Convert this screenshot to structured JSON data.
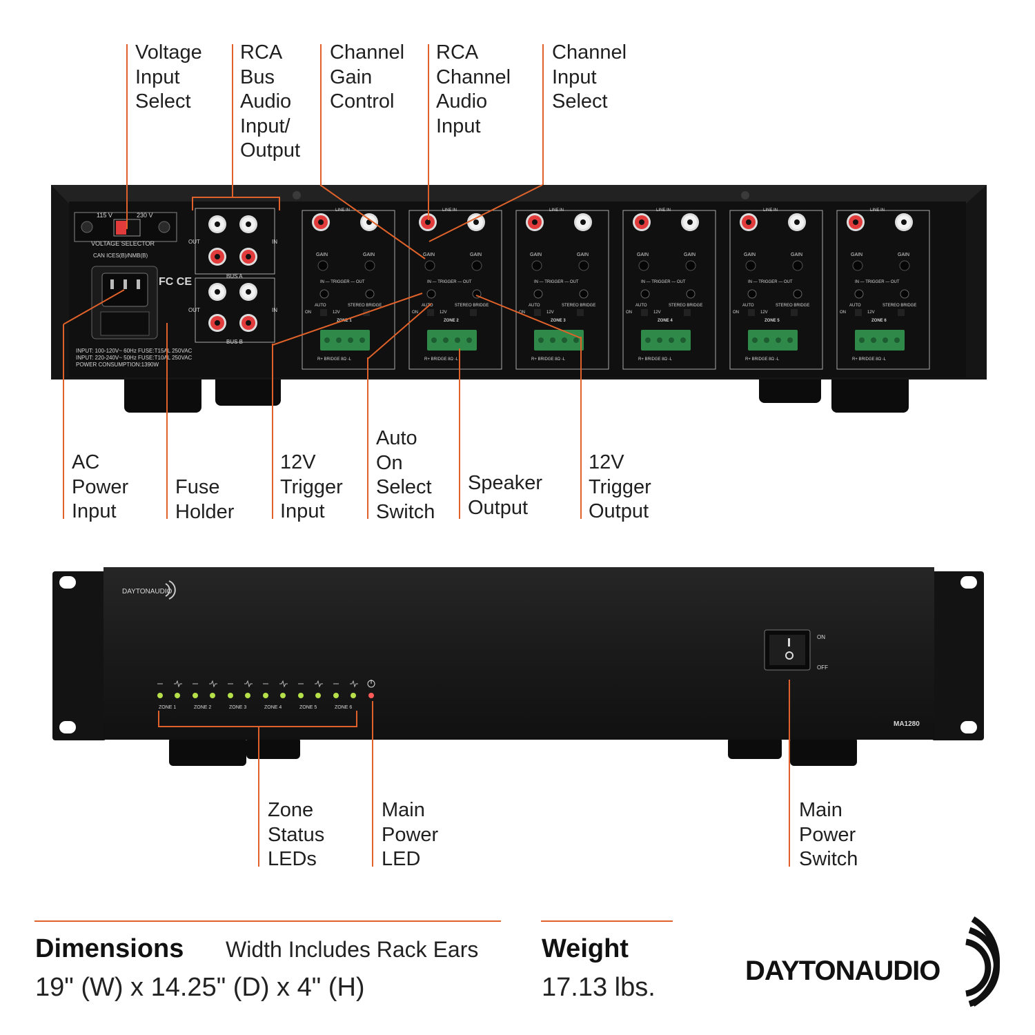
{
  "callouts_top": [
    {
      "id": "voltage-input-select",
      "text": "Voltage\nInput\nSelect"
    },
    {
      "id": "rca-bus-audio",
      "text": "RCA\nBus\nAudio\nInput/\nOutput"
    },
    {
      "id": "channel-gain-control",
      "text": "Channel\nGain\nControl"
    },
    {
      "id": "rca-channel-audio",
      "text": "RCA\nChannel\nAudio\nInput"
    },
    {
      "id": "channel-input-select",
      "text": "Channel\nInput\nSelect"
    }
  ],
  "callouts_mid": [
    {
      "id": "ac-power-input",
      "text": "AC\nPower\nInput"
    },
    {
      "id": "fuse-holder",
      "text": "Fuse\nHolder"
    },
    {
      "id": "trigger-input",
      "text": "12V\nTrigger\nInput"
    },
    {
      "id": "auto-on-switch",
      "text": "Auto\nOn\nSelect\nSwitch"
    },
    {
      "id": "speaker-output",
      "text": "Speaker\nOutput"
    },
    {
      "id": "trigger-output",
      "text": "12V\nTrigger\nOutput"
    }
  ],
  "callouts_bottom": [
    {
      "id": "zone-status-leds",
      "text": "Zone\nStatus\nLEDs"
    },
    {
      "id": "main-power-led",
      "text": "Main\nPower\nLED"
    },
    {
      "id": "main-power-switch",
      "text": "Main\nPower\nSwitch"
    }
  ],
  "rear_panel": {
    "voltage_115": "115 V",
    "voltage_230": "230 V",
    "voltage_selector": "VOLTAGE SELECTOR",
    "can_ices": "CAN ICES(B)/NMB(B)",
    "bus_a": "BUS A",
    "bus_b": "BUS B",
    "out": "OUT",
    "in": "IN",
    "input_1": "INPUT: 100-120V~ 60Hz FUSE:T15AL 250VAC",
    "input_2": "INPUT: 220-240V~ 50Hz FUSE:T10AL 250VAC",
    "power_consumption": "POWER CONSUMPTION:1390W",
    "line_in": "LINE IN",
    "gain": "GAIN",
    "trigger": "IN — TRIGGER — OUT",
    "auto": "AUTO",
    "stereo_bridge": "STEREO  BRIDGE",
    "on": "ON",
    "v12": "12V",
    "bridge": "R+ BRIDGE 8Ω -L",
    "zones": [
      "ZONE 1",
      "ZONE 2",
      "ZONE 3",
      "ZONE 4",
      "ZONE 5",
      "ZONE 6"
    ]
  },
  "front_panel": {
    "brand": "DAYTONAUDIO",
    "model": "MA1280",
    "switch_on": "ON",
    "switch_off": "OFF",
    "zone_labels": [
      "ZONE 1",
      "ZONE 2",
      "ZONE 3",
      "ZONE 4",
      "ZONE 5",
      "ZONE 6"
    ]
  },
  "dimensions": {
    "title": "Dimensions",
    "note": "Width Includes Rack Ears",
    "value": "19\" (W) x 14.25\" (D) x 4\" (H)"
  },
  "weight": {
    "title": "Weight",
    "value": "17.13 lbs."
  },
  "logo": {
    "text": "DAYTONAUDIO"
  },
  "colors": {
    "accent": "#e0622a",
    "chassis": "#141414",
    "led_green": "#b6e04a",
    "led_red": "#ff5a5a"
  }
}
